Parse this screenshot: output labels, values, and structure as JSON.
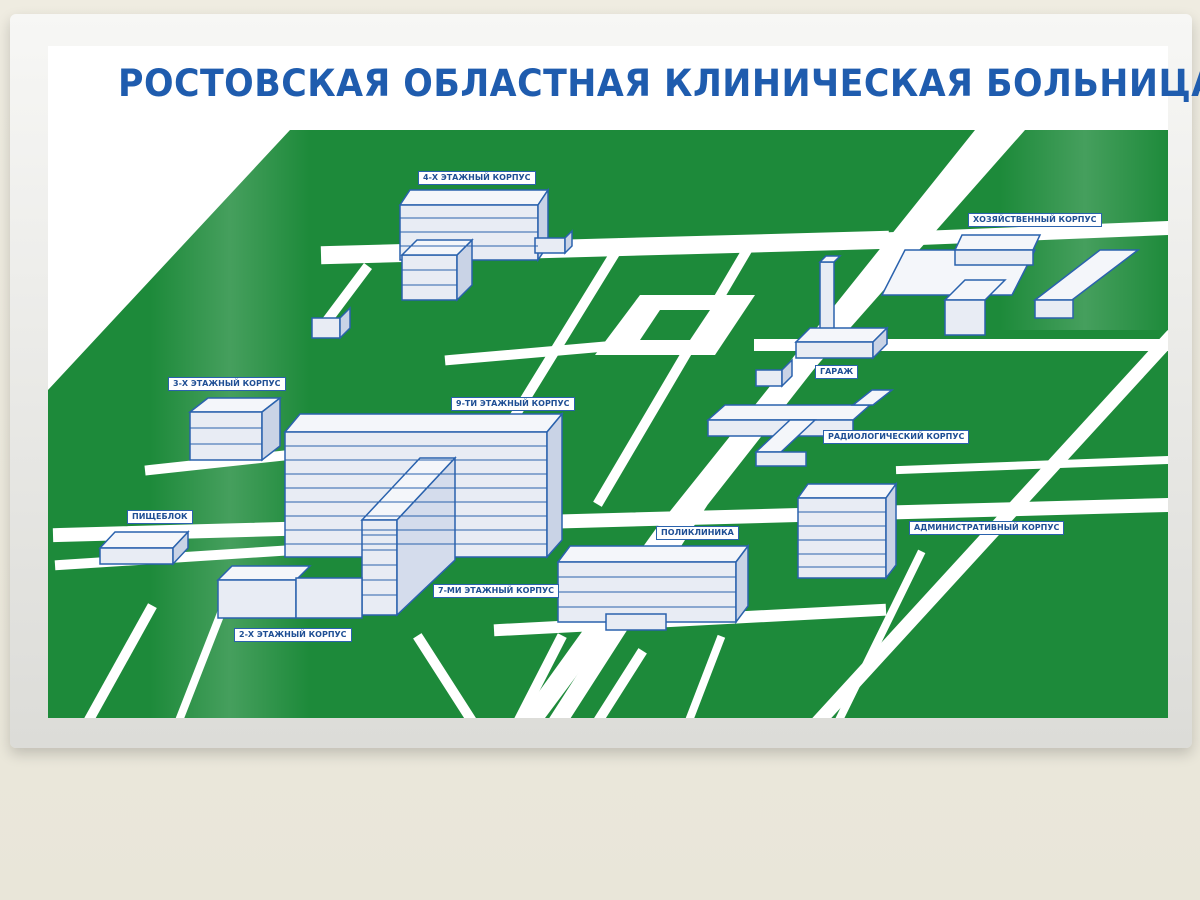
{
  "title": "РОСТОВСКАЯ ОБЛАСТНАЯ КЛИНИЧЕСКАЯ БОЛЬНИЦА",
  "colors": {
    "grass": "#1d8a3a",
    "building_outline": "#2a62ad",
    "title": "#1f5cae"
  },
  "buildings": {
    "four_storey": "4-Х ЭТАЖНЫЙ КОРПУС",
    "utility": "ХОЗЯЙСТВЕННЫЙ КОРПУС",
    "three_storey": "3-Х ЭТАЖНЫЙ КОРПУС",
    "nine_storey": "9-ТИ ЭТАЖНЫЙ КОРПУС",
    "garage": "ГАРАЖ",
    "radiology": "РАДИОЛОГИЧЕСКИЙ КОРПУС",
    "kitchen": "ПИЩЕБЛОК",
    "polyclinic": "ПОЛИКЛИНИКА",
    "administrative": "АДМИНИСТРАТИВНЫЙ КОРПУС",
    "seven_storey": "7-МИ ЭТАЖНЫЙ КОРПУС",
    "two_storey": "2-Х ЭТАЖНЫЙ КОРПУС"
  }
}
